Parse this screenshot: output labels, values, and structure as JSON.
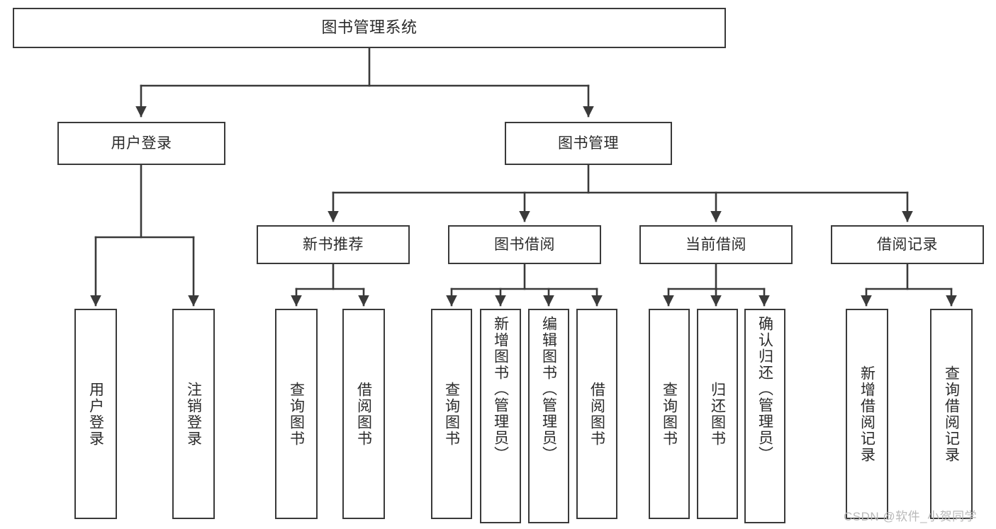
{
  "diagram": {
    "title": "图书管理系统",
    "type": "功能结构图",
    "line_color": "#3a3a3a",
    "box_fill": "#ffffff",
    "text_color": "#2b2b2b"
  },
  "watermark": {
    "text": "CSDN @软件_小贺同学",
    "color": "#b9b9b9"
  },
  "nodes": {
    "root": {
      "label": "图书管理系统"
    },
    "level2": [
      {
        "id": "user-login",
        "label": "用户登录"
      },
      {
        "id": "book-manage",
        "label": "图书管理"
      }
    ],
    "level3": [
      {
        "id": "new-book-recommend",
        "label": "新书推荐"
      },
      {
        "id": "book-borrow",
        "label": "图书借阅"
      },
      {
        "id": "current-borrow",
        "label": "当前借阅"
      },
      {
        "id": "borrow-record",
        "label": "借阅记录"
      }
    ],
    "leaves": {
      "user_login": [
        {
          "id": "leaf-user-login",
          "label": "用户登录"
        },
        {
          "id": "leaf-logout-login",
          "label": "注销登录"
        }
      ],
      "new_book_recommend": [
        {
          "id": "leaf-query-book-1",
          "label": "查询图书"
        },
        {
          "id": "leaf-borrow-book-1",
          "label": "借阅图书"
        }
      ],
      "book_borrow": [
        {
          "id": "leaf-query-book-2",
          "label": "查询图书"
        },
        {
          "id": "leaf-add-book",
          "label": "新增图书（管理员）"
        },
        {
          "id": "leaf-edit-book",
          "label": "编辑图书（管理员）"
        },
        {
          "id": "leaf-borrow-book-2",
          "label": "借阅图书"
        }
      ],
      "current_borrow": [
        {
          "id": "leaf-query-book-3",
          "label": "查询图书"
        },
        {
          "id": "leaf-return-book",
          "label": "归还图书"
        },
        {
          "id": "leaf-confirm-return",
          "label": "确认归还（管理员）"
        }
      ],
      "borrow_record": [
        {
          "id": "leaf-add-record",
          "label": "新增借阅记录"
        },
        {
          "id": "leaf-query-record",
          "label": "查询借阅记录"
        }
      ]
    }
  }
}
